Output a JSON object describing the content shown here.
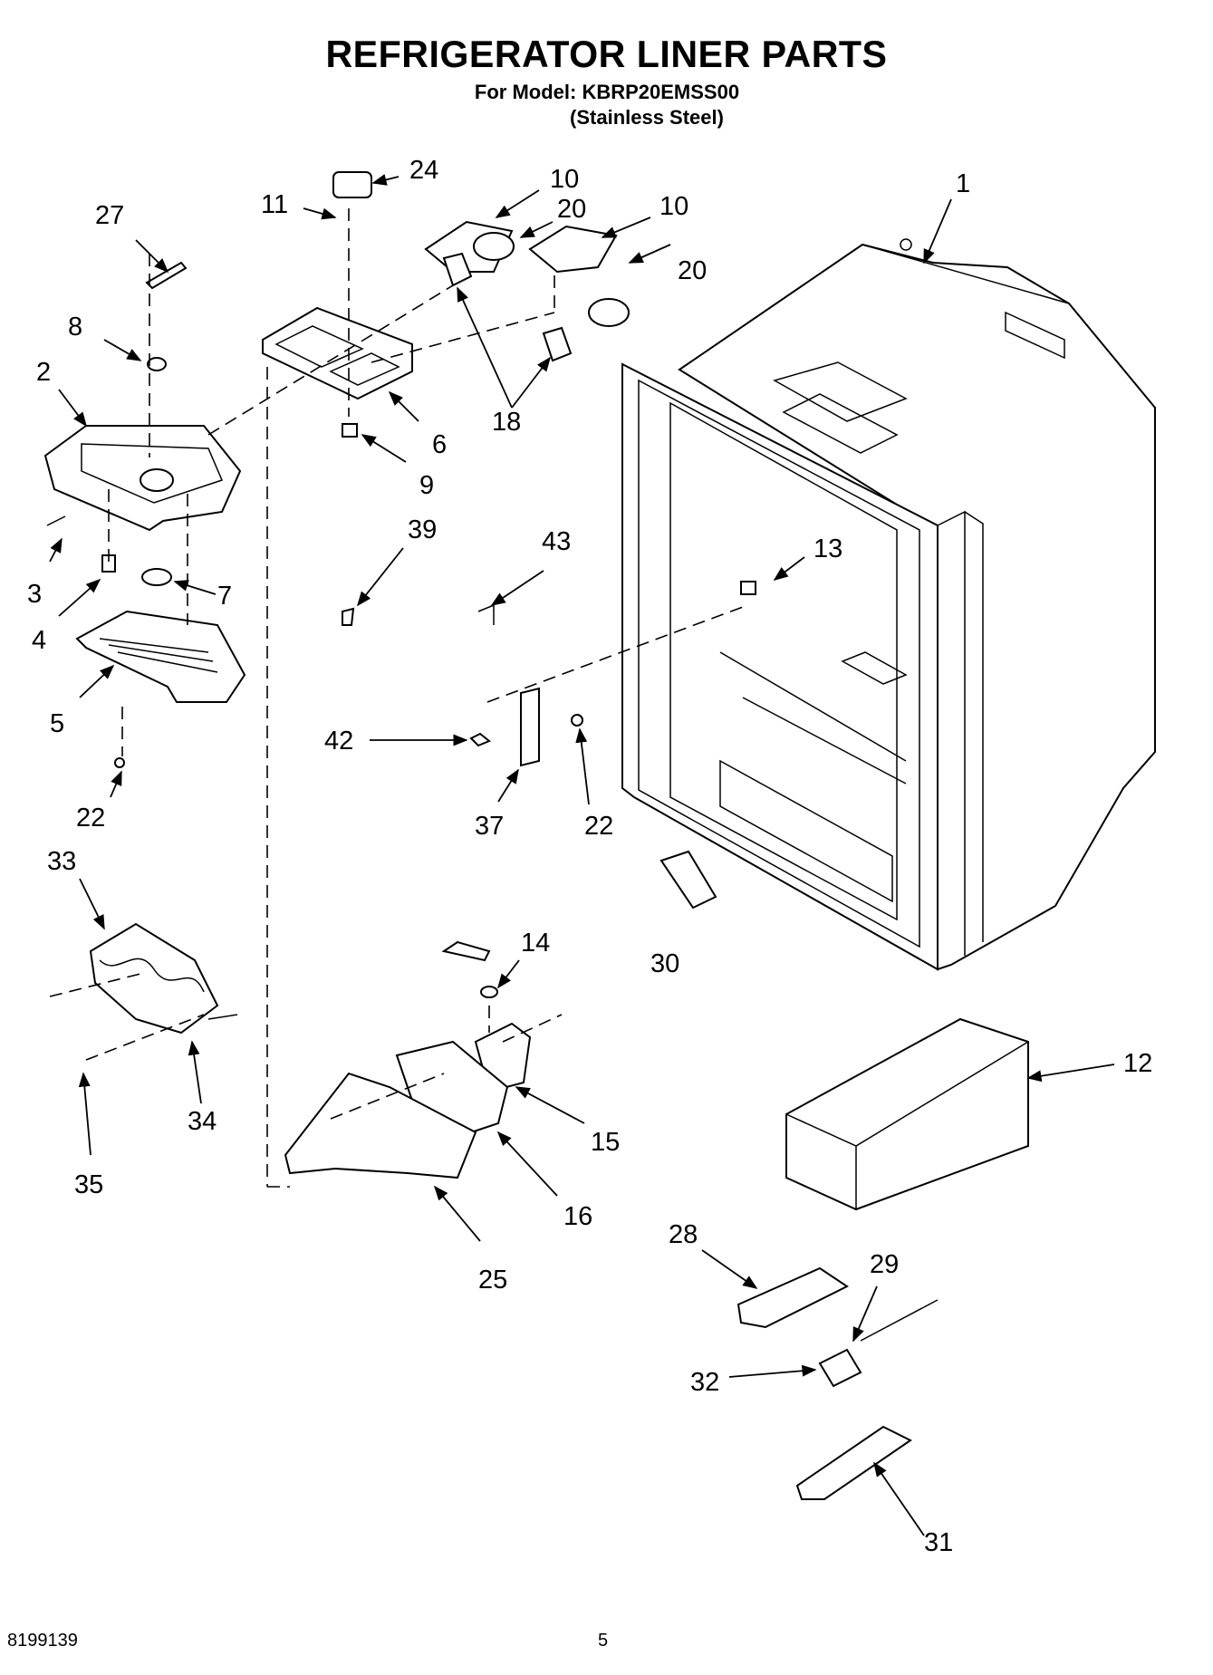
{
  "header": {
    "title": "REFRIGERATOR LINER PARTS",
    "model_line": "For Model: KBRP20EMSS00",
    "finish_line": "(Stainless Steel)"
  },
  "footer": {
    "doc_number": "8199139",
    "page_number": "5"
  },
  "callouts": [
    {
      "id": "c1",
      "label": "1"
    },
    {
      "id": "c2",
      "label": "2"
    },
    {
      "id": "c3",
      "label": "3"
    },
    {
      "id": "c4",
      "label": "4"
    },
    {
      "id": "c5",
      "label": "5"
    },
    {
      "id": "c6",
      "label": "6"
    },
    {
      "id": "c7",
      "label": "7"
    },
    {
      "id": "c8",
      "label": "8"
    },
    {
      "id": "c9",
      "label": "9"
    },
    {
      "id": "c10a",
      "label": "10"
    },
    {
      "id": "c10b",
      "label": "10"
    },
    {
      "id": "c11",
      "label": "11"
    },
    {
      "id": "c12",
      "label": "12"
    },
    {
      "id": "c13",
      "label": "13"
    },
    {
      "id": "c14",
      "label": "14"
    },
    {
      "id": "c15",
      "label": "15"
    },
    {
      "id": "c16",
      "label": "16"
    },
    {
      "id": "c18",
      "label": "18"
    },
    {
      "id": "c20a",
      "label": "20"
    },
    {
      "id": "c20b",
      "label": "20"
    },
    {
      "id": "c22a",
      "label": "22"
    },
    {
      "id": "c22b",
      "label": "22"
    },
    {
      "id": "c24",
      "label": "24"
    },
    {
      "id": "c25",
      "label": "25"
    },
    {
      "id": "c27",
      "label": "27"
    },
    {
      "id": "c28",
      "label": "28"
    },
    {
      "id": "c29",
      "label": "29"
    },
    {
      "id": "c30",
      "label": "30"
    },
    {
      "id": "c31",
      "label": "31"
    },
    {
      "id": "c32",
      "label": "32"
    },
    {
      "id": "c33",
      "label": "33"
    },
    {
      "id": "c34",
      "label": "34"
    },
    {
      "id": "c35",
      "label": "35"
    },
    {
      "id": "c37",
      "label": "37"
    },
    {
      "id": "c39",
      "label": "39"
    },
    {
      "id": "c42",
      "label": "42"
    },
    {
      "id": "c43",
      "label": "43"
    }
  ]
}
